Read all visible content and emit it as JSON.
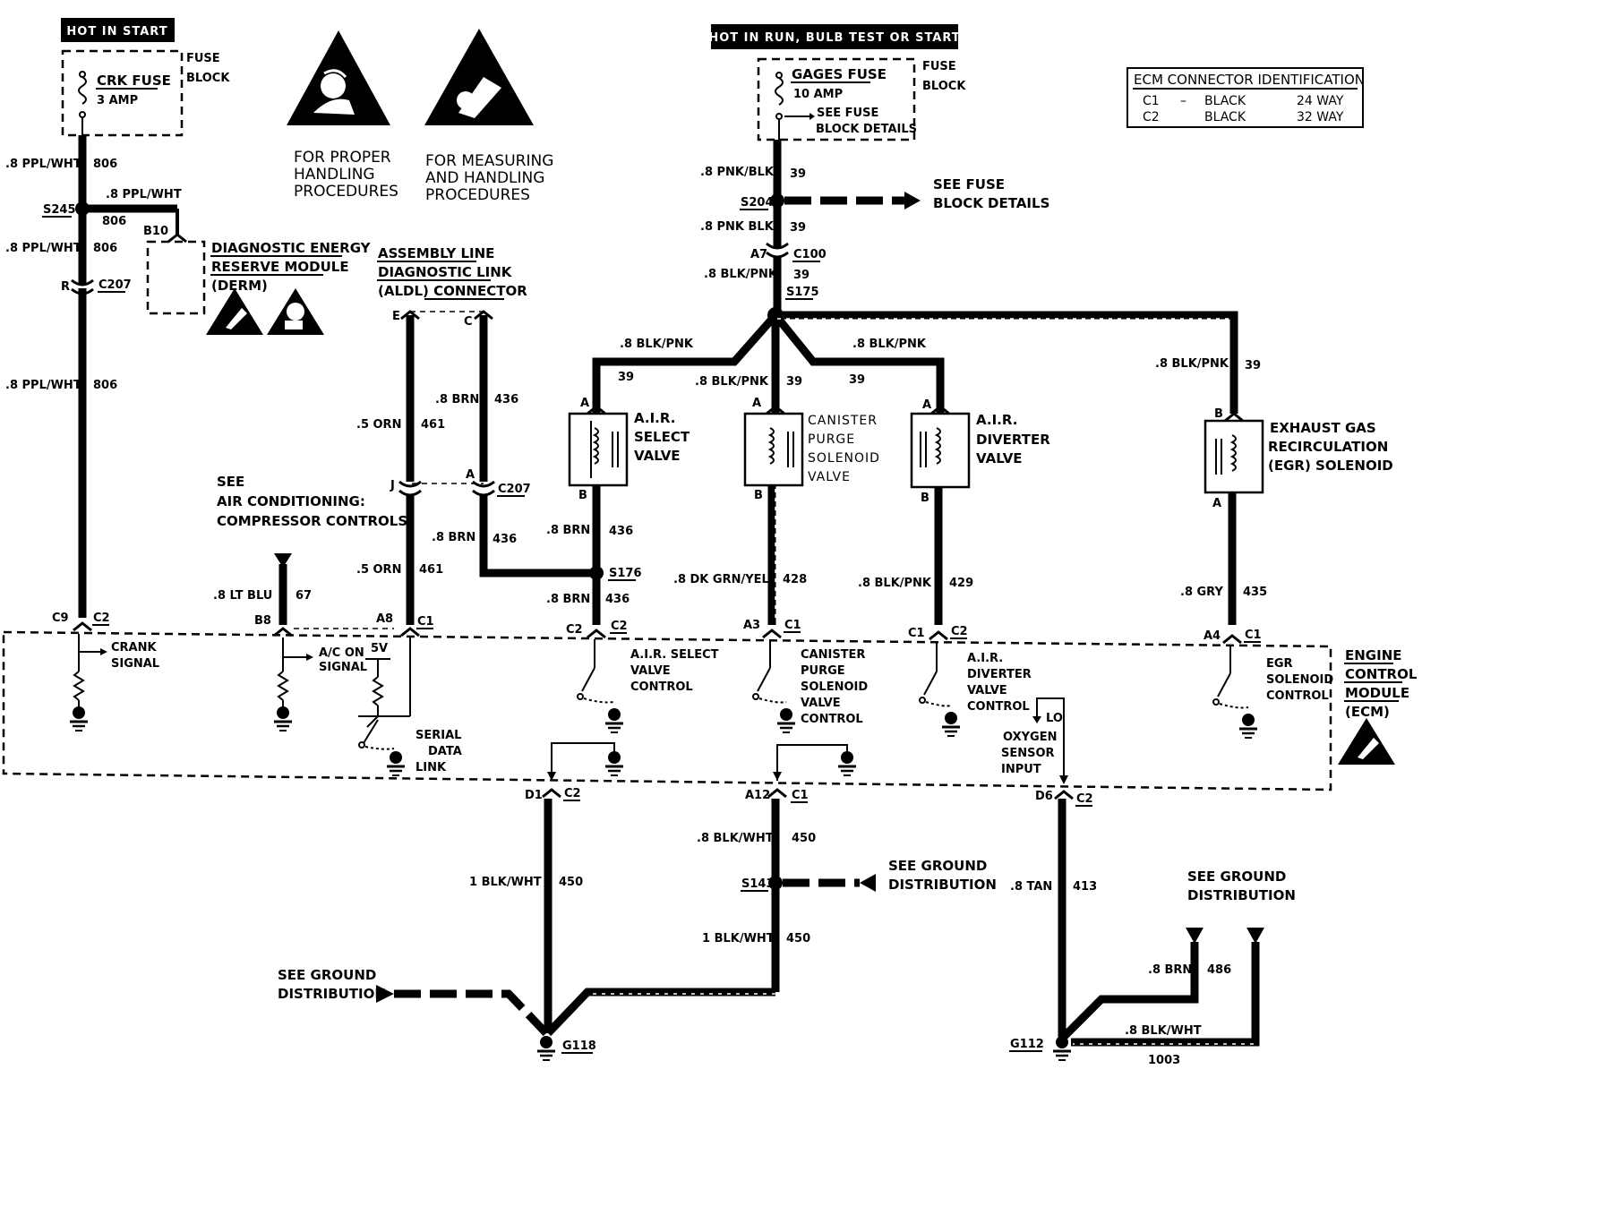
{
  "power": {
    "hot_in_start": "HOT IN START",
    "hot_in_run": "HOT IN RUN, BULB TEST OR START",
    "crk_fuse": "CRK FUSE",
    "crk_amp": "3 AMP",
    "fuse_block": "FUSE",
    "fuse_block2": "BLOCK",
    "gages_fuse": "GAGES FUSE",
    "gages_amp": "10 AMP",
    "see_fuse": "SEE  FUSE",
    "block_details": "BLOCK DETAILS",
    "see_fuse_big": "SEE FUSE",
    "block_details_big": "BLOCK DETAILS"
  },
  "warnings": {
    "proper_1": "FOR PROPER",
    "proper_2": "HANDLING",
    "proper_3": "PROCEDURES",
    "measure_1": "FOR MEASURING",
    "measure_2": "AND HANDLING",
    "measure_3": "PROCEDURES"
  },
  "ecm_table": {
    "title": "ECM CONNECTOR IDENTIFICATION",
    "rows": [
      {
        "id": "C1",
        "dash": "–",
        "color": "BLACK",
        "way": "24 WAY"
      },
      {
        "id": "C2",
        "dash": "",
        "color": "BLACK",
        "way": "32 WAY"
      }
    ]
  },
  "components": {
    "derm_1": "DIAGNOSTIC ENERGY",
    "derm_2": "RESERVE MODULE",
    "derm_3": "(DERM)",
    "aldl_1": "ASSEMBLY LINE",
    "aldl_2": "DIAGNOSTIC LINK",
    "aldl_3": "(ALDL) CONNECTOR",
    "air_sel_1": "A.I.R.",
    "air_sel_2": "SELECT",
    "air_sel_3": "VALVE",
    "canister_1": "CANISTER",
    "canister_2": "PURGE",
    "canister_3": "SOLENOID",
    "canister_4": "VALVE",
    "air_div_1": "A.I.R.",
    "air_div_2": "DIVERTER",
    "air_div_3": "VALVE",
    "egr_1": "EXHAUST GAS",
    "egr_2": "RECIRCULATION",
    "egr_3": "(EGR) SOLENOID",
    "see_ac_1": "SEE",
    "see_ac_2": "AIR CONDITIONING:",
    "see_ac_3": "COMPRESSOR CONTROLS",
    "ecm_1": "ENGINE",
    "ecm_2": "CONTROL",
    "ecm_3": "MODULE",
    "ecm_4": "(ECM)"
  },
  "ecm_internal": {
    "crank_1": "CRANK",
    "crank_2": "SIGNAL",
    "ac_1": "A/C ON",
    "ac_2": "SIGNAL",
    "five_v": "5V",
    "serial_1": "SERIAL",
    "serial_2": "DATA",
    "serial_3": "LINK",
    "airsel_1": "A.I.R. SELECT",
    "airsel_2": "VALVE",
    "airsel_3": "CONTROL",
    "canc_1": "CANISTER",
    "canc_2": "PURGE",
    "canc_3": "SOLENOID",
    "canc_4": "VALVE",
    "canc_5": "CONTROL",
    "airdiv_1": "A.I.R.",
    "airdiv_2": "DIVERTER",
    "airdiv_3": "VALVE",
    "airdiv_4": "CONTROL",
    "egrc_1": "EGR",
    "egrc_2": "SOLENOID",
    "egrc_3": "CONTROL",
    "lo": "LO",
    "o2_1": "OXYGEN",
    "o2_2": "SENSOR",
    "o2_3": "INPUT"
  },
  "wires": {
    "ppl_wht": ".8 PPL/WHT",
    "c806": "806",
    "pnk_blk": ".8 PNK/BLK",
    "pnk_blk2": ".8 PNK BLK",
    "c39": "39",
    "blk_pnk": ".8 BLK/PNK",
    "brn": ".8 BRN",
    "c436": "436",
    "orn": ".5 ORN",
    "c461": "461",
    "lt_blu": ".8 LT BLU",
    "c67": "67",
    "dk_grn_yel": ".8 DK GRN/YEL",
    "c428": "428",
    "c429": "429",
    "gry": ".8 GRY",
    "c435": "435",
    "blk_wht1": "1 BLK/WHT",
    "blk_wht8": ".8 BLK/WHT",
    "c450": "450",
    "tan": ".8 TAN",
    "c413": "413",
    "brn486": ".8 BRN",
    "c486": "486",
    "c1003": "1003"
  },
  "connectors": {
    "s245": "S245",
    "b10": "B10",
    "r": "R",
    "c207": "C207",
    "c9": "C9",
    "c2": "C2",
    "s204": "S204",
    "a7": "A7",
    "c100": "C100",
    "s175": "S175",
    "e": "E",
    "c": "C",
    "j": "J",
    "a": "A",
    "b": "B",
    "s176": "S176",
    "b8": "B8",
    "a8": "A8",
    "c1": "C1",
    "a3": "A3",
    "a4": "A4",
    "d1": "D1",
    "a12": "A12",
    "d6": "D6",
    "s143": "S143",
    "g118": "G118",
    "g112": "G112"
  },
  "grounds": {
    "see_gd_1": "SEE GROUND",
    "see_gd_2": "DISTRIBUTION"
  }
}
